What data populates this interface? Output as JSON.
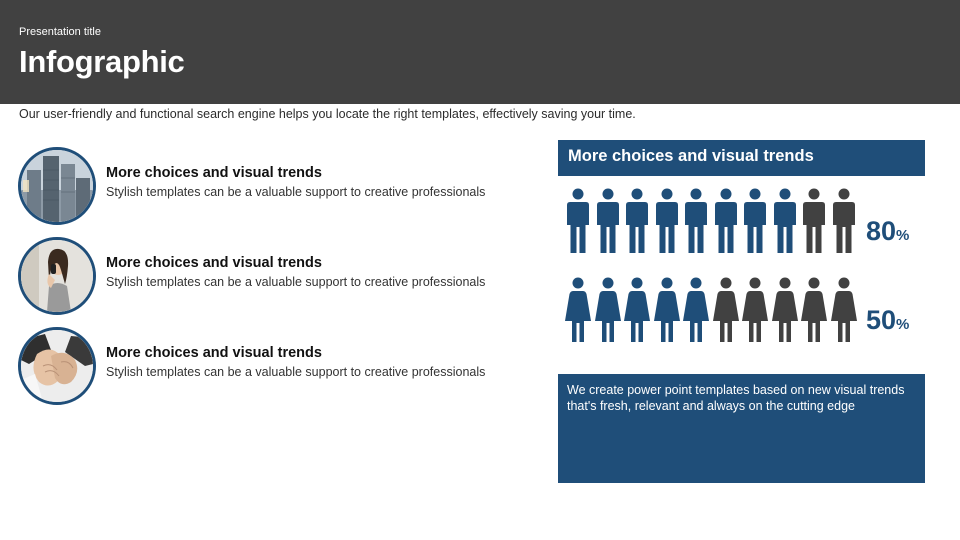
{
  "header": {
    "presentation_title": "Presentation title",
    "title": "Infographic"
  },
  "intro": "Our user-friendly and functional search engine helps you locate the right templates, effectively saving your time.",
  "items": [
    {
      "title": "More choices and visual trends",
      "description": "Stylish templates can be a valuable support to creative professionals",
      "image": "city-buildings-photo"
    },
    {
      "title": "More choices and visual trends",
      "description": "Stylish templates can be a valuable support to creative professionals",
      "image": "woman-on-phone-photo"
    },
    {
      "title": "More choices and visual trends",
      "description": "Stylish templates can be a valuable support to creative professionals",
      "image": "handshake-photo"
    }
  ],
  "infographic": {
    "title": "More choices and visual trends",
    "men_row": {
      "value": 80,
      "label": "80",
      "unit": "%",
      "total": 10,
      "icon": "man-icon"
    },
    "women_row": {
      "value": 50,
      "label": "50",
      "unit": "%",
      "total": 10,
      "icon": "woman-icon"
    },
    "body_text": "We create power point templates based on new visual trends that's fresh, relevant and always on the cutting edge"
  },
  "colors": {
    "accent": "#1f4e79",
    "inactive": "#414141",
    "header": "#414141"
  }
}
